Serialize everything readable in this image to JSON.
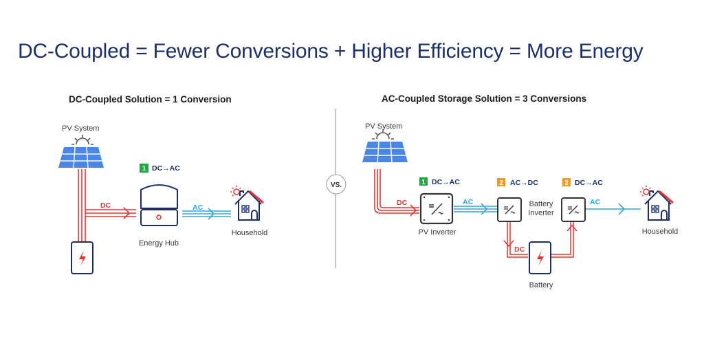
{
  "title": "DC-Coupled = Fewer Conversions + Higher Efficiency = More Energy",
  "vs_label": "VS.",
  "colors": {
    "title": "#1b2f6e",
    "dc": "#e8322f",
    "ac": "#2ba8e0",
    "panel": "#4a86e8",
    "step_green": "#22a745",
    "step_orange": "#f39a1e"
  },
  "left": {
    "heading": "DC-Coupled Solution = 1 Conversion",
    "pv_label": "PV System",
    "dc_label": "DC",
    "ac_label": "AC",
    "hub_label": "Energy Hub",
    "household_label": "Household",
    "step": {
      "number": "1",
      "text": "DC→AC"
    }
  },
  "right": {
    "heading": "AC-Coupled Storage Solution = 3 Conversions",
    "pv_label": "PV System",
    "dc_label": "DC",
    "ac_label_1": "AC",
    "ac_label_2": "AC",
    "dc_label_battery": "DC",
    "pv_inverter_label": "PV Inverter",
    "battery_inverter_label_1": "Battery",
    "battery_inverter_label_2": "Inverter",
    "battery_label": "Battery",
    "household_label": "Household",
    "steps": [
      {
        "number": "1",
        "text": "DC→AC"
      },
      {
        "number": "2",
        "text": "AC→DC"
      },
      {
        "number": "3",
        "text": "DC→AC"
      }
    ]
  }
}
